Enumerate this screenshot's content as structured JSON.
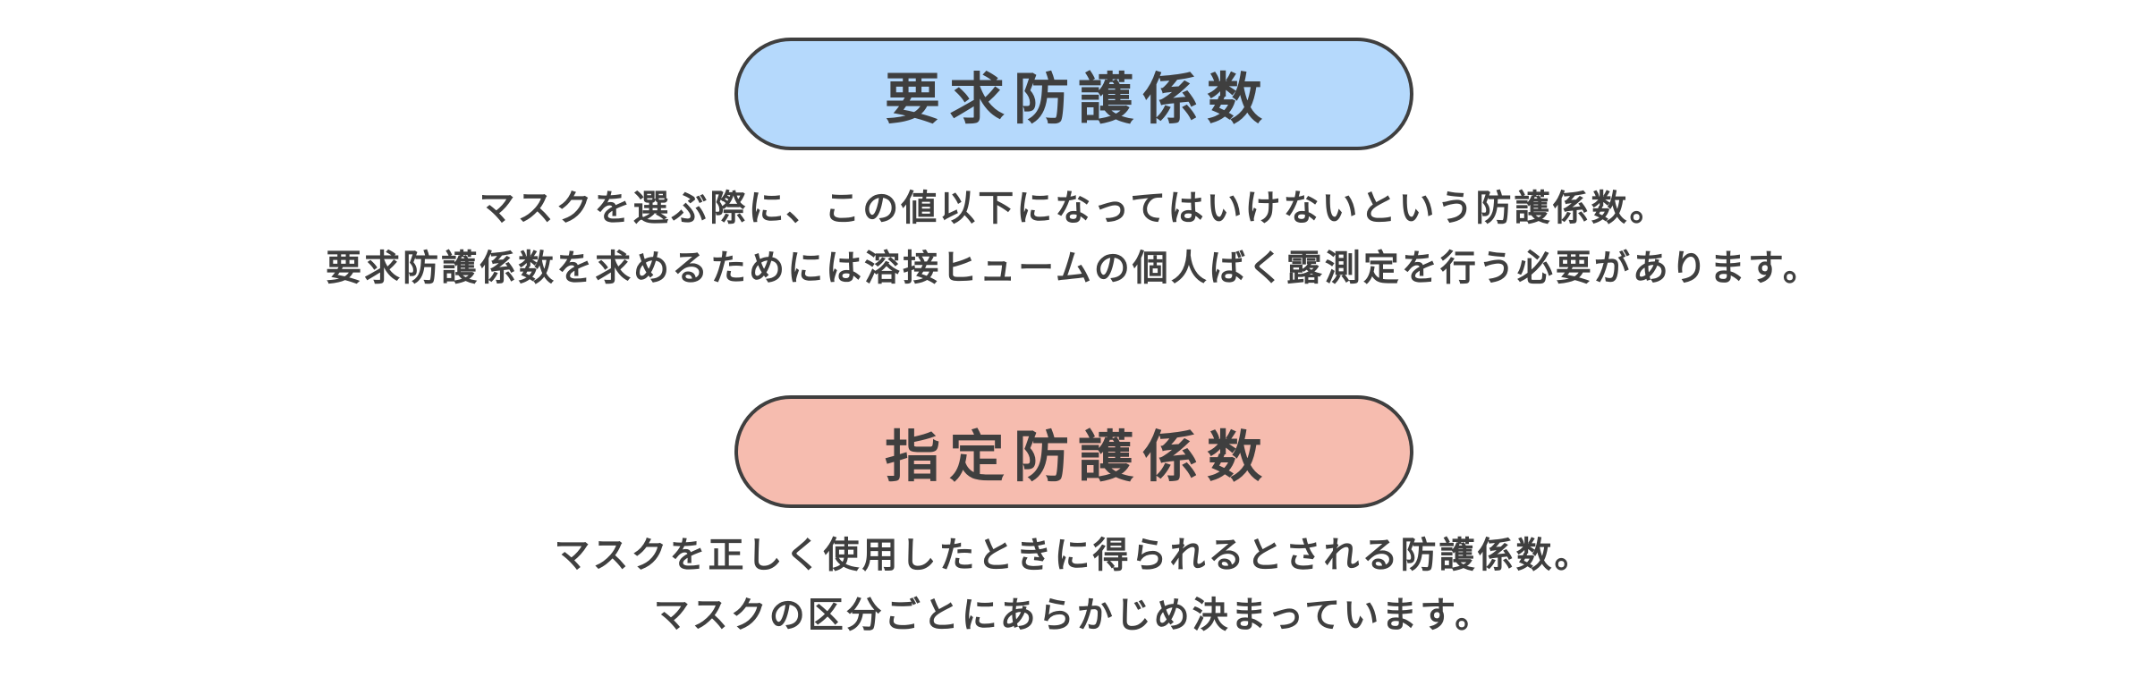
{
  "sections": [
    {
      "title": "要求防護係数",
      "color": "#b5d9fc",
      "lines": [
        "マスクを選ぶ際に、この値以下になってはいけないという防護係数。",
        "要求防護係数を求めるためには溶接ヒュームの個人ばく露測定を行う必要があります。"
      ]
    },
    {
      "title": "指定防護係数",
      "color": "#f6bcaf",
      "lines": [
        "マスクを正しく使用したときに得られるとされる防護係数。",
        "マスクの区分ごとにあらかじめ決まっています。"
      ]
    }
  ],
  "colors": {
    "text": "#3f3f3f",
    "border": "#3f3f3f"
  }
}
